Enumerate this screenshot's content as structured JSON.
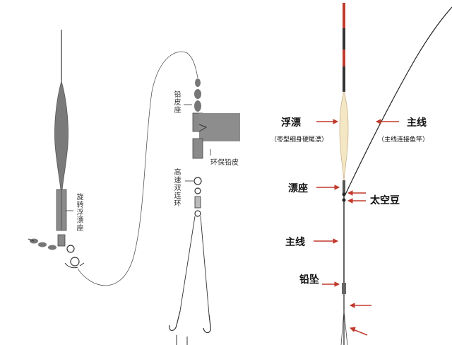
{
  "left_diagram": {
    "rotating_seat_label": "旋转浮漂座",
    "lead_seat_label": "铅皮座",
    "lead_sheet_label": "环保铅皮",
    "swivel_label": "高速双连环"
  },
  "right_diagram": {
    "float_label": "浮漂",
    "float_sub": "（枣型细身硬尾漂）",
    "main_line_top_label": "主线",
    "main_line_top_sub": "（主线连接鱼竿）",
    "float_seat_label": "漂座",
    "space_bean_label": "太空豆",
    "main_line_label": "主线",
    "sinker_label": "铅坠"
  },
  "colors": {
    "line": "#222222",
    "float_body": "#7a7a7a",
    "arrow": "#c0392b",
    "float_tip_red": "#c0392b",
    "float_cream": "#f3e7c4"
  }
}
